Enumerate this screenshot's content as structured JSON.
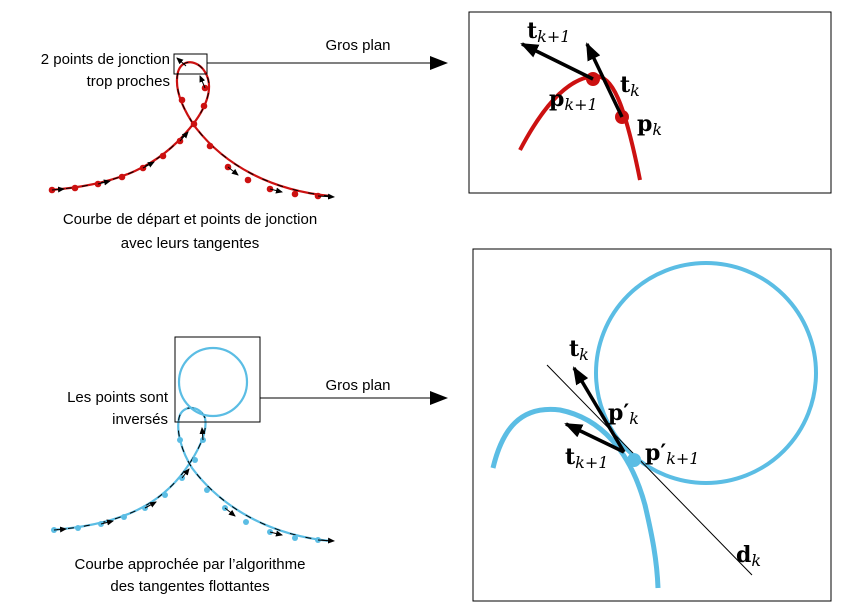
{
  "top": {
    "callout_line1": "2 points de jonction",
    "callout_line2": "trop proches",
    "zoom_label": "Gros plan",
    "caption_line1": "Courbe de départ et points de jonction",
    "caption_line2": "avec leurs tangentes",
    "panel": {
      "t_next": "t",
      "t_next_sub": "k+1",
      "t_k": "t",
      "t_k_sub": "k",
      "p_next": "p",
      "p_next_sub": "k+1",
      "p_k": "p",
      "p_k_sub": "k"
    }
  },
  "bottom": {
    "callout_line1": "Les points sont",
    "callout_line2": "inversés",
    "zoom_label": "Gros plan",
    "caption_line1": "Courbe approchée par l’algorithme",
    "caption_line2": "des tangentes flottantes",
    "panel": {
      "t_k": "t",
      "t_k_sub": "k",
      "p_k_prime": "p′",
      "p_k_prime_sub": "k",
      "t_next": "t",
      "t_next_sub": "k+1",
      "p_next_prime": "p′",
      "p_next_prime_sub": "k+1",
      "d_k": "d",
      "d_k_sub": "k"
    }
  },
  "colors": {
    "red_curve": "#cc1111",
    "blue_curve": "#5bbde4",
    "arrow": "#000000"
  }
}
